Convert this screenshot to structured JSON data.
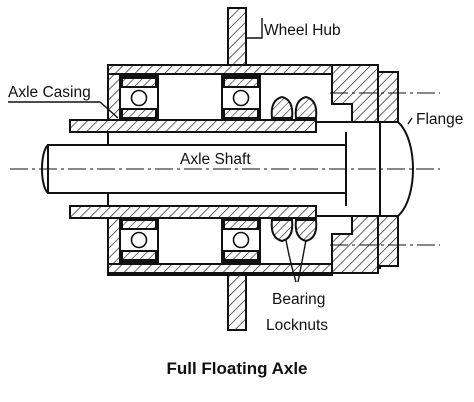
{
  "labels": {
    "wheel_hub": "Wheel Hub",
    "axle_casing": "Axle Casing",
    "flange": "Flange",
    "axle_shaft": "Axle Shaft",
    "bearing": "Bearing",
    "locknuts": "Locknuts"
  },
  "caption": "Full Floating Axle"
}
